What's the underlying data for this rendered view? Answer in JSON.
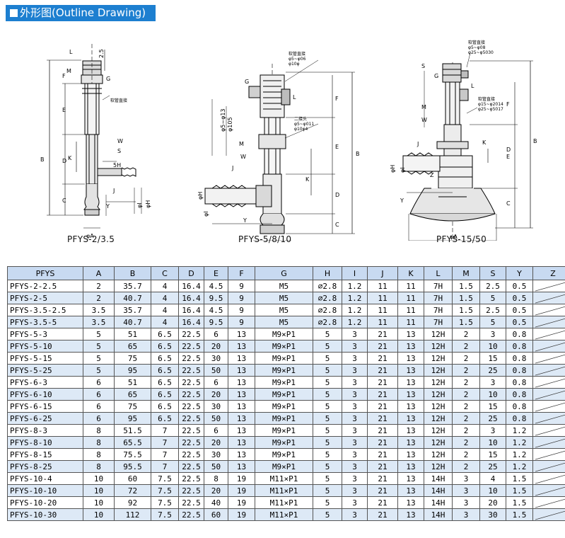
{
  "header": {
    "title": "外形图(Outline Drawing)"
  },
  "drawings": {
    "captions": [
      "PFYS-2/3.5",
      "PFYS-5/8/10",
      "PFYS-15/50"
    ],
    "d1_labels": {
      "L": "L",
      "M": "M",
      "F": "F",
      "E": "E",
      "B": "B",
      "D": "D",
      "C": "C",
      "K": "K",
      "J": "J",
      "Y": "Y",
      "G": "G",
      "W": "W",
      "S": "S",
      "H5": "5H",
      "I": "φI",
      "H": "φH",
      "A": "φA",
      "d25": "2.5",
      "note": "软管直接"
    },
    "d2_labels": {
      "G": "G",
      "L": "L",
      "F": "F",
      "E": "E",
      "B": "B",
      "D": "D",
      "C": "C",
      "K": "K",
      "J": "J",
      "Y": "Y",
      "M": "M",
      "W": "W",
      "H": "φH",
      "I": "φI",
      "A": "φA",
      "bore1": "φ5~φ13",
      "bore2": "φ105",
      "n1": "软管直接",
      "n1a": "φ5~φ06",
      "n1b": "φ10φ",
      "n2": "二接头",
      "n2a": "φ5~φ011",
      "n2b": "φ10φ4"
    },
    "d3_labels": {
      "S": "S",
      "G": "G",
      "L": "L",
      "F": "F",
      "E": "E",
      "B": "B",
      "D": "D",
      "C": "C",
      "K": "K",
      "J": "J",
      "Y": "Y",
      "M": "M",
      "W": "W",
      "Z": "Z",
      "H": "φH",
      "I": "φI",
      "A": "φA",
      "n1": "软管直接",
      "n1a": "φ5~φ08",
      "n1b": "φ25~φ5030",
      "n2": "软管直接",
      "n2a": "φ15~φ2014",
      "n2b": "φ25~φ5017"
    }
  },
  "table": {
    "headers": [
      "PFYS",
      "A",
      "B",
      "C",
      "D",
      "E",
      "F",
      "G",
      "H",
      "I",
      "J",
      "K",
      "L",
      "M",
      "S",
      "Y",
      "Z"
    ],
    "rows": [
      [
        "PFYS-2-2.5",
        "2",
        "35.7",
        "4",
        "16.4",
        "4.5",
        "9",
        "M5",
        "∅2.8",
        "1.2",
        "11",
        "11",
        "7H",
        "1.5",
        "2.5",
        "0.5"
      ],
      [
        "PFYS-2-5",
        "2",
        "40.7",
        "4",
        "16.4",
        "9.5",
        "9",
        "M5",
        "∅2.8",
        "1.2",
        "11",
        "11",
        "7H",
        "1.5",
        "5",
        "0.5"
      ],
      [
        "PFYS-3.5-2.5",
        "3.5",
        "35.7",
        "4",
        "16.4",
        "4.5",
        "9",
        "M5",
        "∅2.8",
        "1.2",
        "11",
        "11",
        "7H",
        "1.5",
        "2.5",
        "0.5"
      ],
      [
        "PFYS-3.5-5",
        "3.5",
        "40.7",
        "4",
        "16.4",
        "9.5",
        "9",
        "M5",
        "∅2.8",
        "1.2",
        "11",
        "11",
        "7H",
        "1.5",
        "5",
        "0.5"
      ],
      [
        "PFYS-5-3",
        "5",
        "51",
        "6.5",
        "22.5",
        "6",
        "13",
        "M9×P1",
        "5",
        "3",
        "21",
        "13",
        "12H",
        "2",
        "3",
        "0.8"
      ],
      [
        "PFYS-5-10",
        "5",
        "65",
        "6.5",
        "22.5",
        "20",
        "13",
        "M9×P1",
        "5",
        "3",
        "21",
        "13",
        "12H",
        "2",
        "10",
        "0.8"
      ],
      [
        "PFYS-5-15",
        "5",
        "75",
        "6.5",
        "22.5",
        "30",
        "13",
        "M9×P1",
        "5",
        "3",
        "21",
        "13",
        "12H",
        "2",
        "15",
        "0.8"
      ],
      [
        "PFYS-5-25",
        "5",
        "95",
        "6.5",
        "22.5",
        "50",
        "13",
        "M9×P1",
        "5",
        "3",
        "21",
        "13",
        "12H",
        "2",
        "25",
        "0.8"
      ],
      [
        "PFYS-6-3",
        "6",
        "51",
        "6.5",
        "22.5",
        "6",
        "13",
        "M9×P1",
        "5",
        "3",
        "21",
        "13",
        "12H",
        "2",
        "3",
        "0.8"
      ],
      [
        "PFYS-6-10",
        "6",
        "65",
        "6.5",
        "22.5",
        "20",
        "13",
        "M9×P1",
        "5",
        "3",
        "21",
        "13",
        "12H",
        "2",
        "10",
        "0.8"
      ],
      [
        "PFYS-6-15",
        "6",
        "75",
        "6.5",
        "22.5",
        "30",
        "13",
        "M9×P1",
        "5",
        "3",
        "21",
        "13",
        "12H",
        "2",
        "15",
        "0.8"
      ],
      [
        "PFYS-6-25",
        "6",
        "95",
        "6.5",
        "22.5",
        "50",
        "13",
        "M9×P1",
        "5",
        "3",
        "21",
        "13",
        "12H",
        "2",
        "25",
        "0.8"
      ],
      [
        "PFYS-8-3",
        "8",
        "51.5",
        "7",
        "22.5",
        "6",
        "13",
        "M9×P1",
        "5",
        "3",
        "21",
        "13",
        "12H",
        "2",
        "3",
        "1.2"
      ],
      [
        "PFYS-8-10",
        "8",
        "65.5",
        "7",
        "22.5",
        "20",
        "13",
        "M9×P1",
        "5",
        "3",
        "21",
        "13",
        "12H",
        "2",
        "10",
        "1.2"
      ],
      [
        "PFYS-8-15",
        "8",
        "75.5",
        "7",
        "22.5",
        "30",
        "13",
        "M9×P1",
        "5",
        "3",
        "21",
        "13",
        "12H",
        "2",
        "15",
        "1.2"
      ],
      [
        "PFYS-8-25",
        "8",
        "95.5",
        "7",
        "22.5",
        "50",
        "13",
        "M9×P1",
        "5",
        "3",
        "21",
        "13",
        "12H",
        "2",
        "25",
        "1.2"
      ],
      [
        "PFYS-10-4",
        "10",
        "60",
        "7.5",
        "22.5",
        "8",
        "19",
        "M11×P1",
        "5",
        "3",
        "21",
        "13",
        "14H",
        "3",
        "4",
        "1.5"
      ],
      [
        "PFYS-10-10",
        "10",
        "72",
        "7.5",
        "22.5",
        "20",
        "19",
        "M11×P1",
        "5",
        "3",
        "21",
        "13",
        "14H",
        "3",
        "10",
        "1.5"
      ],
      [
        "PFYS-10-20",
        "10",
        "92",
        "7.5",
        "22.5",
        "40",
        "19",
        "M11×P1",
        "5",
        "3",
        "21",
        "13",
        "14H",
        "3",
        "20",
        "1.5"
      ],
      [
        "PFYS-10-30",
        "10",
        "112",
        "7.5",
        "22.5",
        "60",
        "19",
        "M11×P1",
        "5",
        "3",
        "21",
        "13",
        "14H",
        "3",
        "30",
        "1.5"
      ]
    ]
  }
}
